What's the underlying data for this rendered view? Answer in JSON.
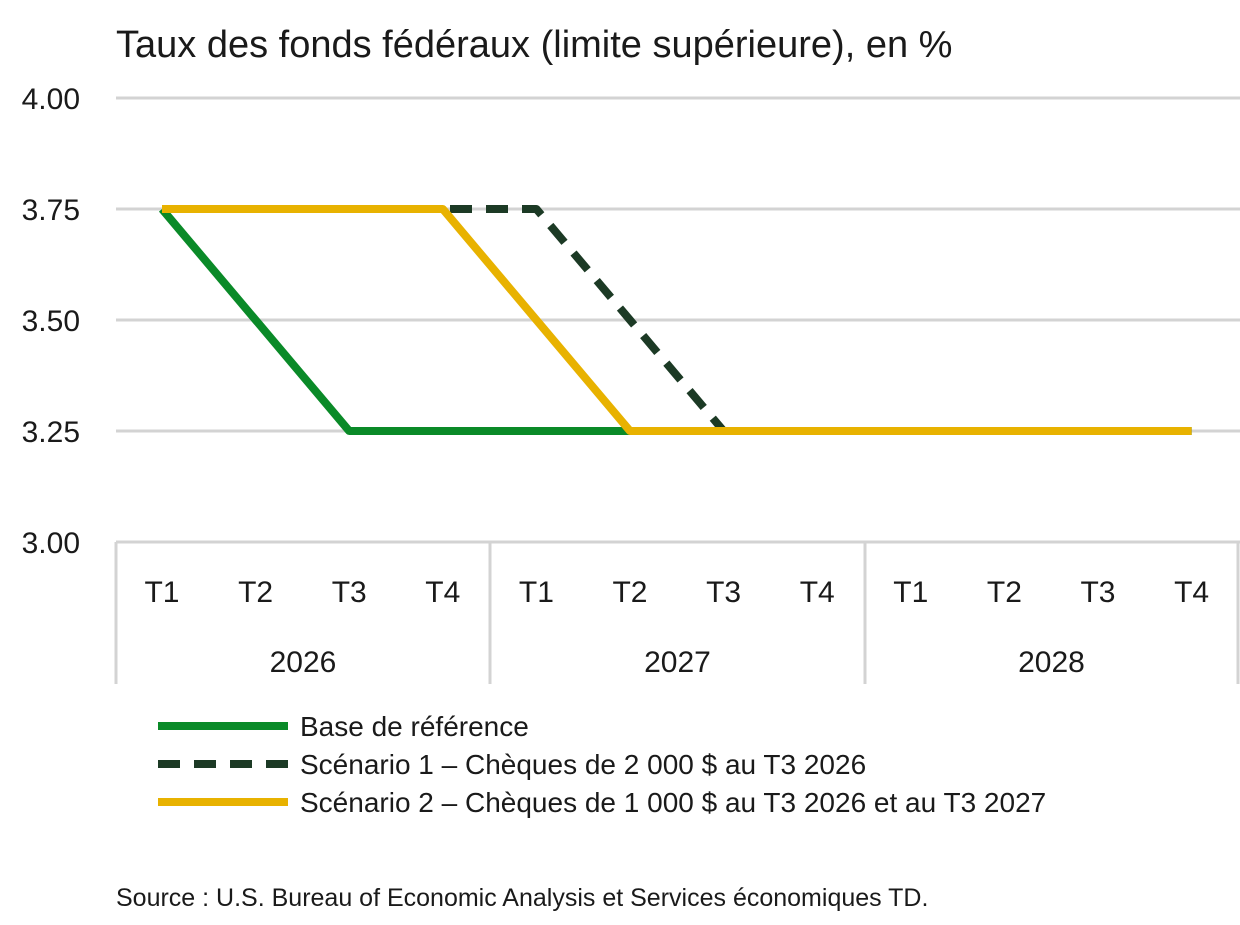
{
  "chart_data": {
    "type": "line",
    "title": "Taux des fonds fédéraux (limite supérieure), en %",
    "ylim": [
      3.0,
      4.0
    ],
    "yticks": [
      "4.00",
      "3.75",
      "3.50",
      "3.25",
      "3.00"
    ],
    "ytick_values": [
      4.0,
      3.75,
      3.5,
      3.25,
      3.0
    ],
    "grid": true,
    "categories": [
      "T1",
      "T2",
      "T3",
      "T4",
      "T1",
      "T2",
      "T3",
      "T4",
      "T1",
      "T2",
      "T3",
      "T4"
    ],
    "years": [
      "2026",
      "2027",
      "2028"
    ],
    "series": [
      {
        "name": "Base de référence",
        "color": "#0a8a28",
        "style": "solid",
        "values": [
          3.75,
          3.5,
          3.25,
          3.25,
          3.25,
          3.25,
          3.25,
          3.25,
          3.25,
          3.25,
          3.25,
          3.25
        ]
      },
      {
        "name": "Scénario 1 – Chèques de 2 000 $ au T3 2026",
        "color": "#1c3a25",
        "style": "dashed",
        "values": [
          3.75,
          3.75,
          3.75,
          3.75,
          3.75,
          3.5,
          3.25,
          3.25,
          3.25,
          3.25,
          3.25,
          3.25
        ]
      },
      {
        "name": "Scénario 2 – Chèques de 1 000 $ au T3 2026 et au T3 2027",
        "color": "#e8b200",
        "style": "solid",
        "values": [
          3.75,
          3.75,
          3.75,
          3.75,
          3.5,
          3.25,
          3.25,
          3.25,
          3.25,
          3.25,
          3.25,
          3.25
        ]
      }
    ],
    "legend_position": "bottom"
  },
  "source": "Source : U.S. Bureau of Economic Analysis et Services économiques TD."
}
